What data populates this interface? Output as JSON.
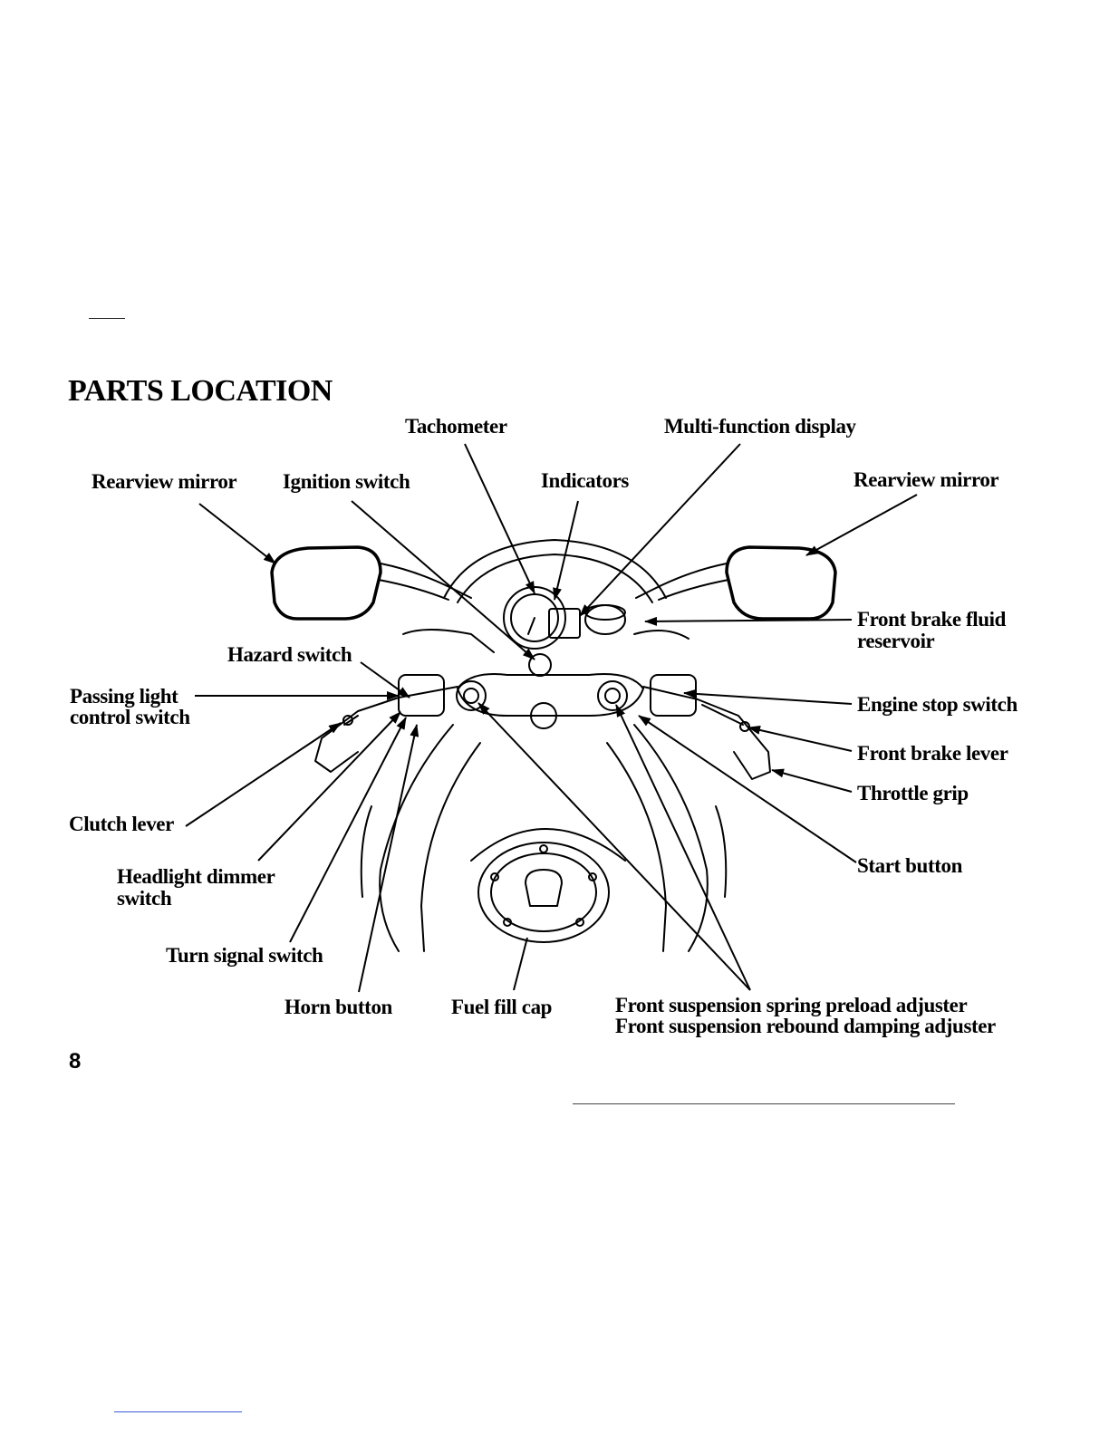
{
  "page": {
    "title": "PARTS LOCATION",
    "page_number": "8"
  },
  "labels": {
    "tachometer": "Tachometer",
    "multi_function_display": "Multi-function display",
    "rearview_mirror_left": "Rearview mirror",
    "ignition_switch": "Ignition switch",
    "indicators": "Indicators",
    "rearview_mirror_right": "Rearview mirror",
    "front_brake_fluid_reservoir_1": "Front brake fluid",
    "front_brake_fluid_reservoir_2": "reservoir",
    "hazard_switch": "Hazard switch",
    "passing_light_1": "Passing light",
    "passing_light_2": "control switch",
    "engine_stop_switch": "Engine stop switch",
    "front_brake_lever": "Front brake lever",
    "throttle_grip": "Throttle grip",
    "clutch_lever": "Clutch lever",
    "start_button": "Start button",
    "headlight_dimmer_1": "Headlight dimmer",
    "headlight_dimmer_2": "switch",
    "turn_signal_switch": "Turn signal switch",
    "horn_button": "Horn button",
    "fuel_fill_cap": "Fuel fill cap",
    "spring_preload_adjuster": "Front suspension spring preload adjuster",
    "rebound_damping_adjuster": "Front suspension rebound damping adjuster"
  }
}
